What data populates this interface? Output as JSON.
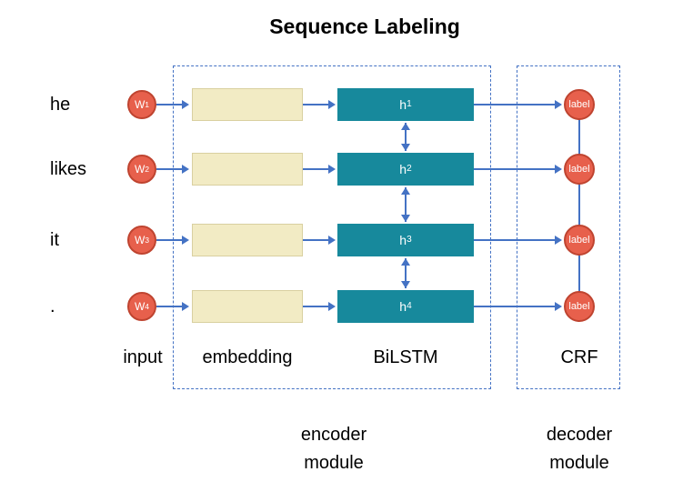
{
  "title": "Sequence Labeling",
  "rows": [
    {
      "word": "he",
      "w_base": "W",
      "w_sub": "1",
      "h_base": "h",
      "h_sub": "1",
      "label": "label"
    },
    {
      "word": "likes",
      "w_base": "W",
      "w_sub": "2",
      "h_base": "h",
      "h_sub": "2",
      "label": "label"
    },
    {
      "word": "it",
      "w_base": "W",
      "w_sub": "3",
      "h_base": "h",
      "h_sub": "3",
      "label": "label"
    },
    {
      "word": ".",
      "w_base": "W",
      "w_sub": "4",
      "h_base": "h",
      "h_sub": "4",
      "label": "label"
    }
  ],
  "column_labels": {
    "input": "input",
    "embedding": "embedding",
    "bilstm": "BiLSTM",
    "crf": "CRF"
  },
  "module_labels": {
    "encoder_line1": "encoder",
    "encoder_line2": "module",
    "decoder_line1": "decoder",
    "decoder_line2": "module"
  },
  "colors": {
    "token_circle_fill": "#e7604c",
    "token_circle_border": "#bf4430",
    "embedding_fill": "#f2ebc4",
    "bilstm_fill": "#17899c",
    "label_circle_fill": "#e7604c",
    "arrow": "#4472c4",
    "dashed_border": "#4472c4",
    "background": "#ffffff",
    "text": "#000000"
  }
}
